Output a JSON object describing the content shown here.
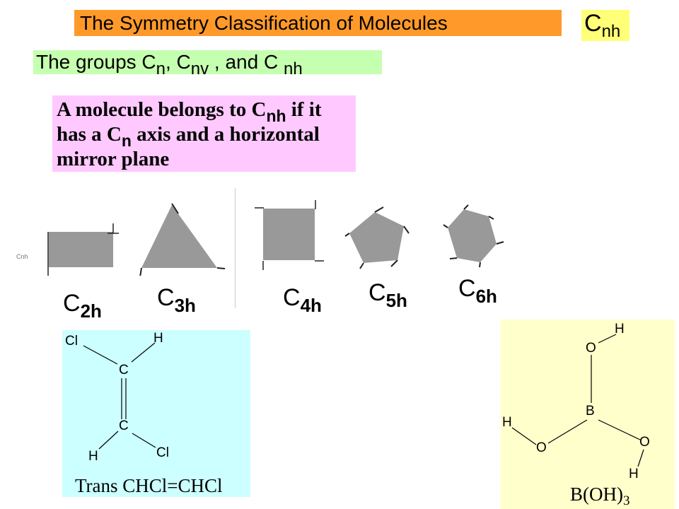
{
  "header": {
    "title": "The Symmetry Classification of Molecules",
    "badge": {
      "main": "C",
      "sub": "nh"
    }
  },
  "groups_line": {
    "prefix": "The  groups C",
    "sub1": "n",
    "sep1": ",  C",
    "sub2": "nv",
    "sep2": " ,   and C ",
    "sub3": "nh"
  },
  "definition": {
    "line1_pre": "A molecule belongs to C",
    "line1_sub": "nh",
    "line1_post": " if it",
    "line2_pre": "has a C",
    "line2_sub": "n",
    "line2_post": " axis and a horizontal",
    "line3": "mirror plane"
  },
  "groups": [
    {
      "main": "C",
      "sub": "2h"
    },
    {
      "main": "C",
      "sub": "3h"
    },
    {
      "main": "C",
      "sub": "4h"
    },
    {
      "main": "C",
      "sub": "5h"
    },
    {
      "main": "C",
      "sub": "6h"
    }
  ],
  "small_tag": "Cnh",
  "dichloroethene": {
    "atoms": {
      "cl_top": "Cl",
      "h_top": "H",
      "c_top": "C",
      "c_bottom": "C",
      "h_bottom": "H",
      "cl_bottom": "Cl"
    },
    "caption": "Trans CHCl=CHCl"
  },
  "boric_acid": {
    "atoms": {
      "h_top": "H",
      "o_top": "O",
      "b": "B",
      "h_left": "H",
      "o_left": "O",
      "o_right": "O",
      "h_right": "H"
    },
    "caption_pre": "B(OH)",
    "caption_sub": "3"
  },
  "colors": {
    "title_bg": "#ff9a2a",
    "badge_bg": "#ffff78",
    "groups_bg": "#c5ffb0",
    "definition_bg": "#ffc9ff",
    "shape_fill": "#999999",
    "cyan_bg": "#ccffff",
    "yellow_bg": "#ffffcc"
  }
}
